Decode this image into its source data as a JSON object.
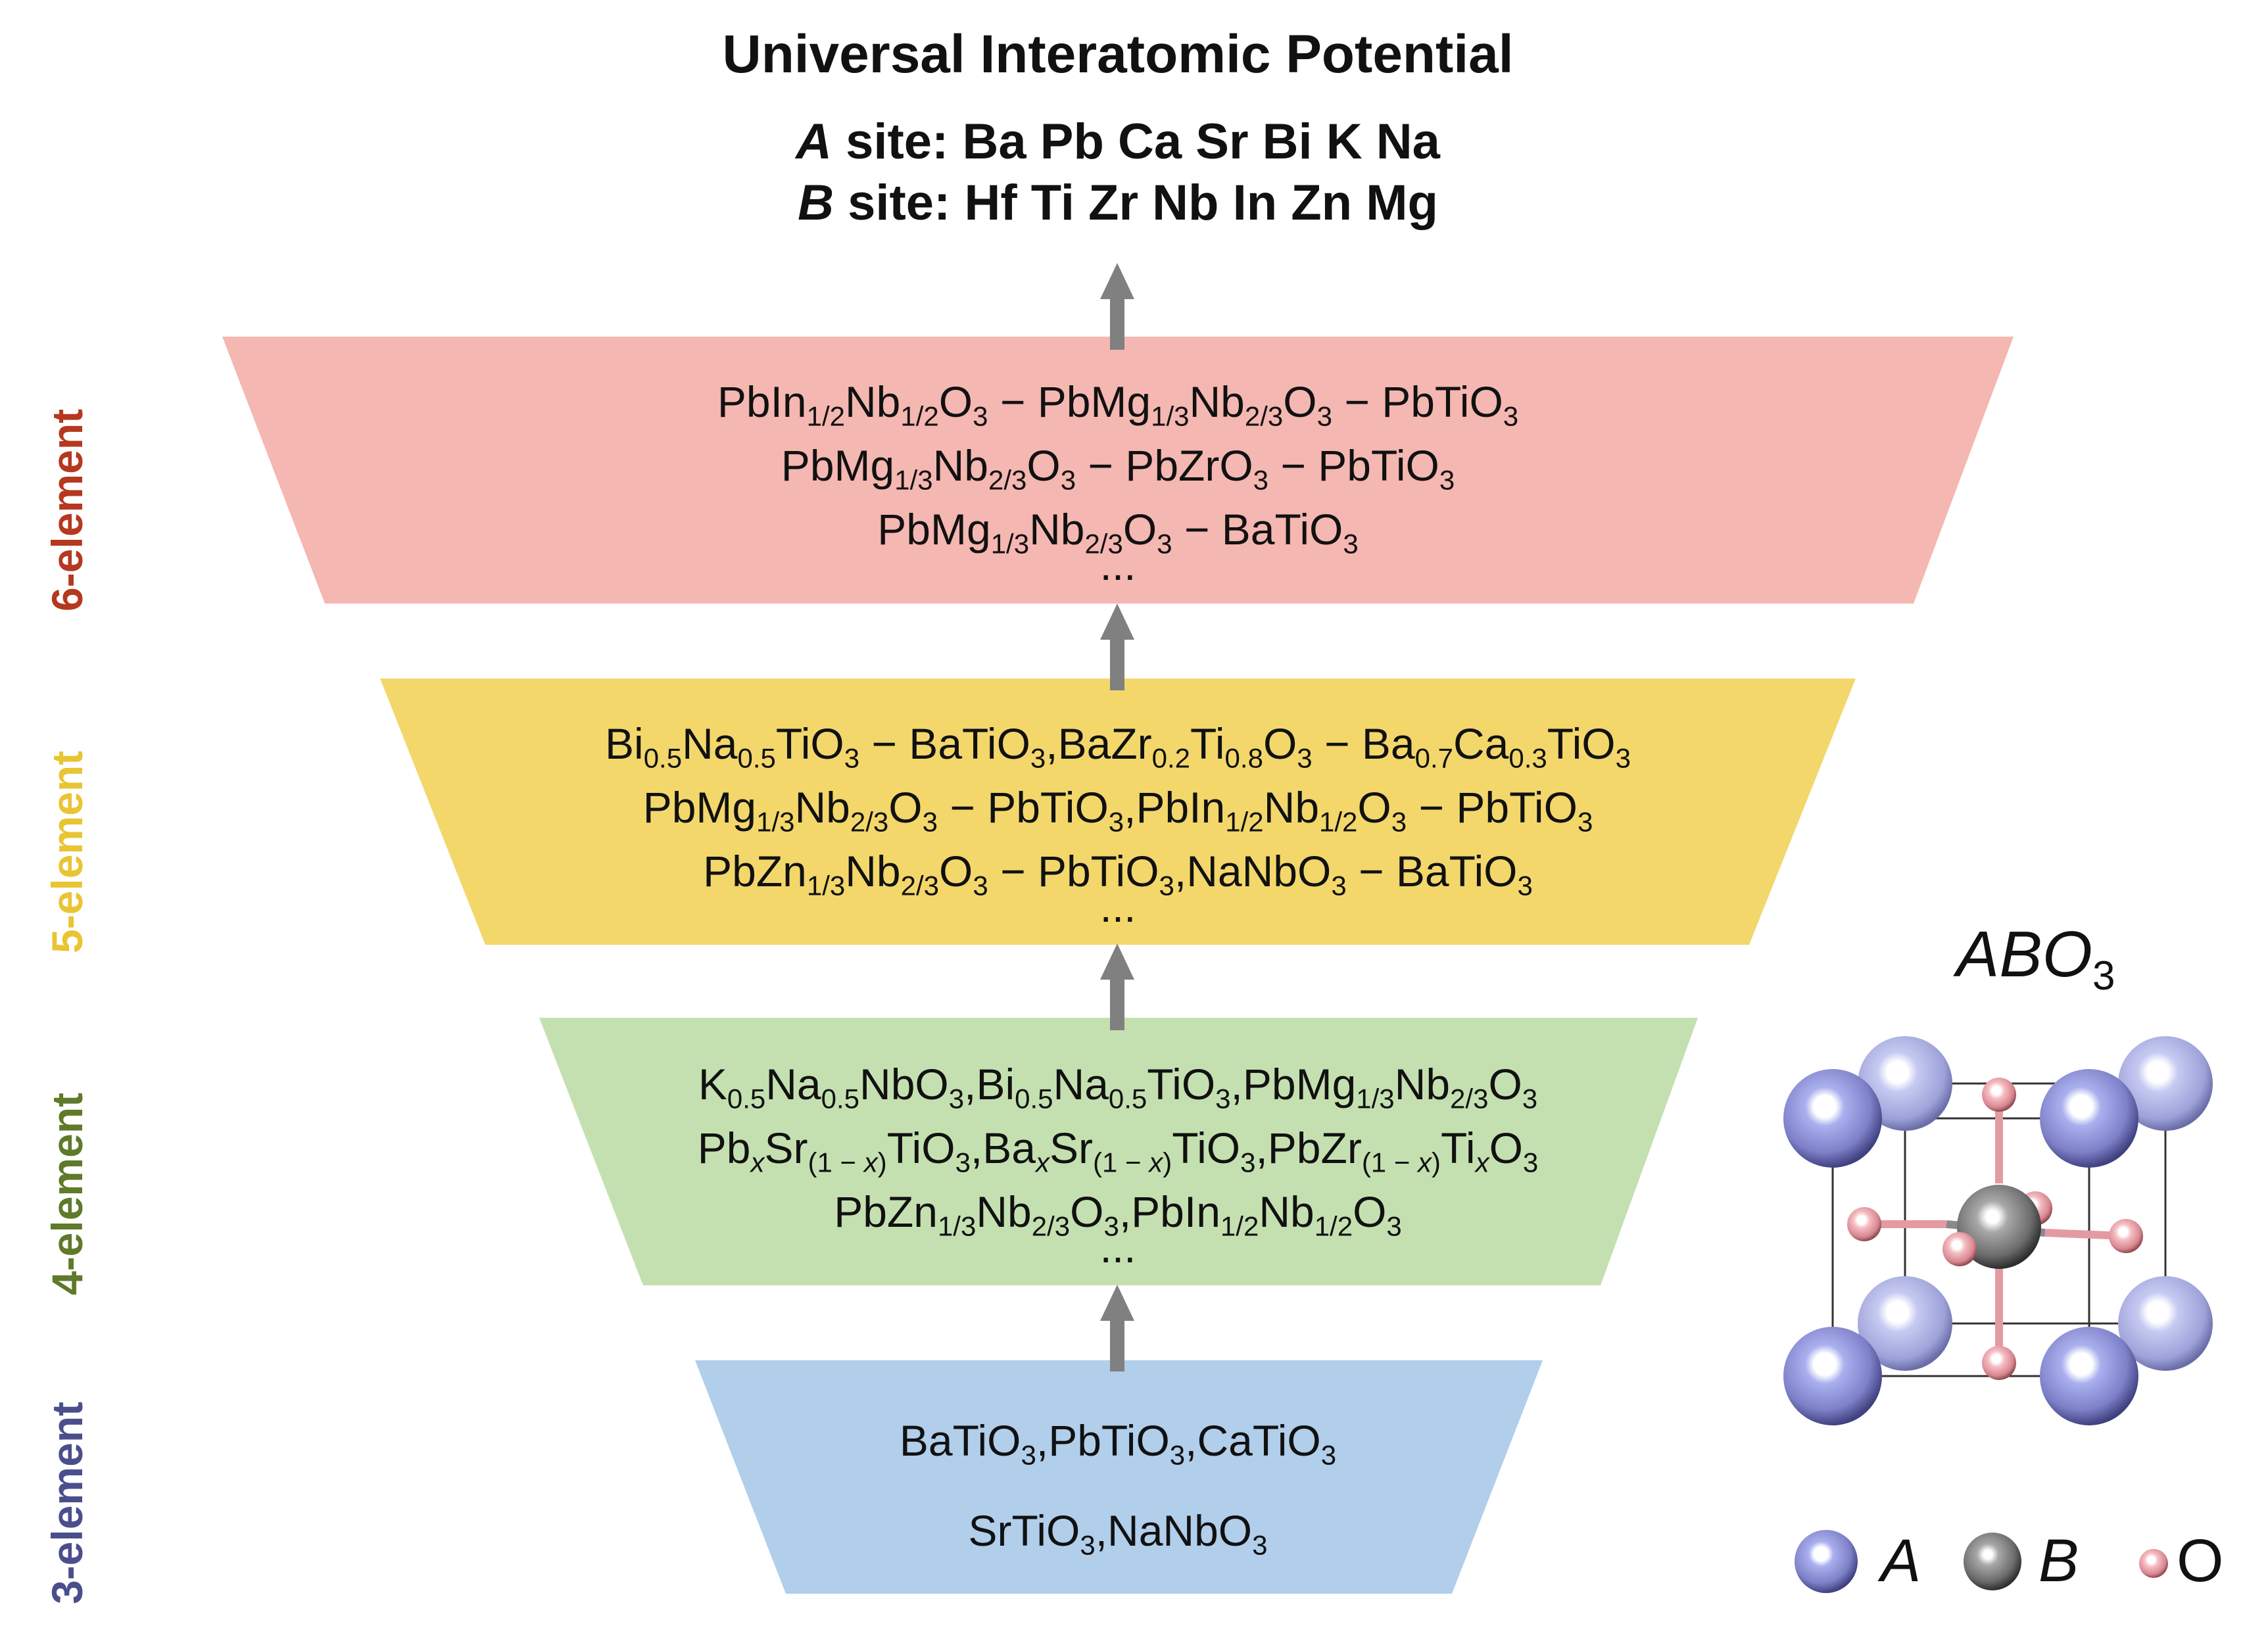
{
  "header": {
    "title": "Universal Interatomic Potential",
    "a_site_label": "A",
    "a_site_suffix": " site: ",
    "a_site_elements": "Ba Pb Ca Sr Bi K Na",
    "b_site_label": "B",
    "b_site_suffix": " site: ",
    "b_site_elements": "Hf Ti Zr Nb In Zn Mg"
  },
  "tiers": [
    {
      "label": "6-element",
      "color": "#F5B7B1",
      "label_color": "#B5381F",
      "ellipsis": "...",
      "lines_html": [
        "PbIn<sub>1/2</sub>Nb<sub>1/2</sub>O<sub>3</sub> − PbMg<sub>1/3</sub>Nb<sub>2/3</sub>O<sub>3</sub> − PbTiO<sub>3</sub>",
        "PbMg<sub>1/3</sub>Nb<sub>2/3</sub>O<sub>3</sub> − PbZrO<sub>3</sub> − PbTiO<sub>3</sub>",
        "PbMg<sub>1/3</sub>Nb<sub>2/3</sub>O<sub>3</sub> − BaTiO<sub>3</sub>"
      ]
    },
    {
      "label": "5-element",
      "color": "#F3D76B",
      "label_color": "#E9C433",
      "ellipsis": "...",
      "lines_html": [
        "Bi<sub>0.5</sub>Na<sub>0.5</sub>TiO<sub>3</sub> − BaTiO<sub>3</sub>,BaZr<sub>0.2</sub>Ti<sub>0.8</sub>O<sub>3</sub> − Ba<sub>0.7</sub>Ca<sub>0.3</sub>TiO<sub>3</sub>",
        "PbMg<sub>1/3</sub>Nb<sub>2/3</sub>O<sub>3</sub> − PbTiO<sub>3</sub>,PbIn<sub>1/2</sub>Nb<sub>1/2</sub>O<sub>3</sub> − PbTiO<sub>3</sub>",
        "PbZn<sub>1/3</sub>Nb<sub>2/3</sub>O<sub>3</sub> − PbTiO<sub>3</sub>,NaNbO<sub>3</sub> − BaTiO<sub>3</sub>"
      ]
    },
    {
      "label": "4-element",
      "color": "#C5E0B0",
      "label_color": "#5E7A2A",
      "ellipsis": "...",
      "lines_html": [
        "K<sub>0.5</sub>Na<sub>0.5</sub>NbO<sub>3</sub>,Bi<sub>0.5</sub>Na<sub>0.5</sub>TiO<sub>3</sub>,PbMg<sub>1/3</sub>Nb<sub>2/3</sub>O<sub>3</sub>",
        "Pb<sub><i>x</i></sub>Sr<sub>(1 − <i>x</i>)</sub>TiO<sub>3</sub>,Ba<sub><i>x</i></sub>Sr<sub>(1 − <i>x</i>)</sub>TiO<sub>3</sub>,PbZr<sub>(1 − <i>x</i>)</sub>Ti<sub><i>x</i></sub>O<sub>3</sub>",
        "PbZn<sub>1/3</sub>Nb<sub>2/3</sub>O<sub>3</sub>,PbIn<sub>1/2</sub>Nb<sub>1/2</sub>O<sub>3</sub>"
      ]
    },
    {
      "label": "3-element",
      "color": "#B1CEEB",
      "label_color": "#4A4F8C",
      "ellipsis": "",
      "lines_html": [
        "BaTiO<sub>3</sub>,PbTiO<sub>3</sub>,CaTiO<sub>3</sub>",
        "SrTiO<sub>3</sub>,NaNbO<sub>3</sub>"
      ]
    }
  ],
  "structure": {
    "formula_html": "ABO<sub>3</sub>",
    "legend": [
      "A",
      "B",
      "O"
    ],
    "colors": {
      "A": "#8E8FD0",
      "B": "#7A7A7A",
      "O": "#E8A0A8",
      "arrow": "#808080"
    }
  }
}
